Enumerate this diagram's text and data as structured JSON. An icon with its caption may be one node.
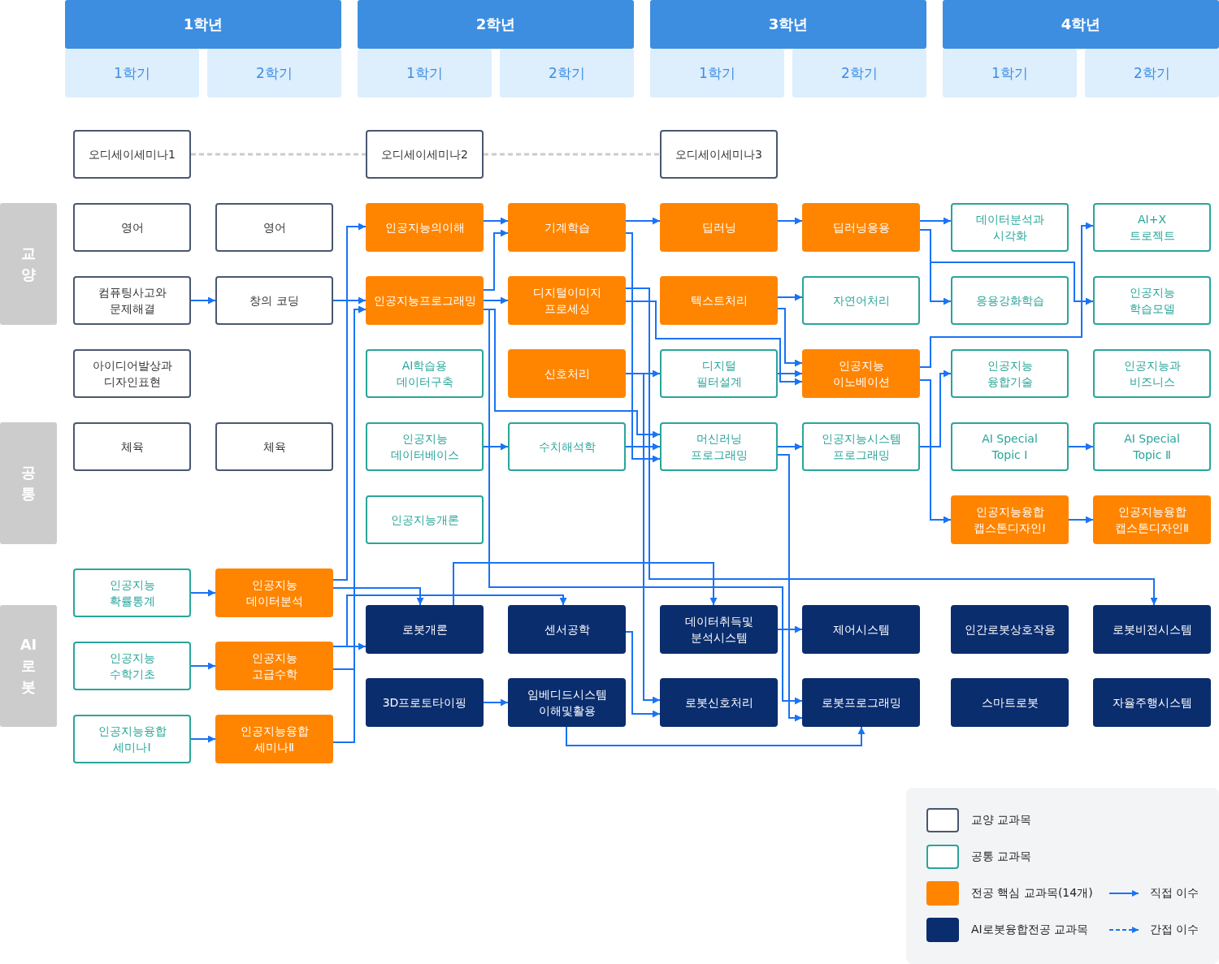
{
  "diagram": {
    "nodes": [
      {
        "text": [
          "1학년"
        ]
      },
      {
        "text": [
          "2학년"
        ]
      },
      {
        "text": [
          "3학년"
        ]
      },
      {
        "text": [
          "4학년"
        ]
      },
      {
        "text": [
          "1학기"
        ]
      },
      {
        "text": [
          "2학기"
        ]
      },
      {
        "text": [
          "1학기"
        ]
      },
      {
        "text": [
          "2학기"
        ]
      },
      {
        "text": [
          "1학기"
        ]
      },
      {
        "text": [
          "2학기"
        ]
      },
      {
        "text": [
          "1학기"
        ]
      },
      {
        "text": [
          "2학기"
        ]
      },
      {
        "text": [
          "교양"
        ]
      },
      {
        "text": [
          "공통"
        ]
      },
      {
        "text": [
          "AI로봇"
        ]
      },
      {
        "text": [
          "오디세이세미나1"
        ]
      },
      {
        "text": [
          "오디세이세미나2"
        ]
      },
      {
        "text": [
          "오디세이세미나3"
        ]
      },
      {
        "text": [
          "영어"
        ]
      },
      {
        "text": [
          "영어"
        ]
      },
      {
        "text": [
          "인공지능의이해"
        ]
      },
      {
        "text": [
          "기계학습"
        ]
      },
      {
        "text": [
          "딥러닝"
        ]
      },
      {
        "text": [
          "딥러닝응용"
        ]
      },
      {
        "text": [
          "데이터분석과 시각화"
        ]
      },
      {
        "text": [
          "AI+X 트로젝트"
        ]
      },
      {
        "text": [
          "컴퓨팅사고와 문제해결"
        ]
      },
      {
        "text": [
          "창의 코딩"
        ]
      },
      {
        "text": [
          "인공지능프로그래밍"
        ]
      },
      {
        "text": [
          "디지털이미지 프로세싱"
        ]
      },
      {
        "text": [
          "텍스트처리"
        ]
      },
      {
        "text": [
          "자연어처리"
        ]
      },
      {
        "text": [
          "응용강화학습"
        ]
      },
      {
        "text": [
          "인공지능 학습모델"
        ]
      },
      {
        "text": [
          "아이디어발상과 디자인표현"
        ]
      },
      {
        "text": [
          "AI학습용 데이터구축"
        ]
      },
      {
        "text": [
          "신호처리"
        ]
      },
      {
        "text": [
          "디지털 필터설계"
        ]
      },
      {
        "text": [
          "인공지능 이노베이션"
        ]
      },
      {
        "text": [
          "인공지능 융합기술"
        ]
      },
      {
        "text": [
          "인공지능과 비즈니스"
        ]
      },
      {
        "text": [
          "체육"
        ]
      },
      {
        "text": [
          "체육"
        ]
      },
      {
        "text": [
          "인공지능 데이터베이스"
        ]
      },
      {
        "text": [
          "수치해석학"
        ]
      },
      {
        "text": [
          "머신러닝 프로그래밍"
        ]
      },
      {
        "text": [
          "인공지능시스템 프로그래밍"
        ]
      },
      {
        "text": [
          "AI Special Topic Ⅰ"
        ]
      },
      {
        "text": [
          "AI Special Topic Ⅱ"
        ]
      },
      {
        "text": [
          "인공지능개론"
        ]
      },
      {
        "text": [
          "인공지능융합 캡스톤디자인Ⅰ"
        ]
      },
      {
        "text": [
          "인공지능융합 캡스톤디자인Ⅱ"
        ]
      },
      {
        "text": [
          "인공지능 확률통계"
        ]
      },
      {
        "text": [
          "인공지능 데이터분석"
        ]
      },
      {
        "text": [
          "로봇개론"
        ]
      },
      {
        "text": [
          "센서공학"
        ]
      },
      {
        "text": [
          "데이터취득및 분석시스템"
        ]
      },
      {
        "text": [
          "제어시스템"
        ]
      },
      {
        "text": [
          "인간로봇상호작용"
        ]
      },
      {
        "text": [
          "로봇비전시스템"
        ]
      },
      {
        "text": [
          "인공지능 수학기초"
        ]
      },
      {
        "text": [
          "인공지능 고급수학"
        ]
      },
      {
        "text": [
          "3D프로토타이핑"
        ]
      },
      {
        "text": [
          "임베디드시스템 이해및활용"
        ]
      },
      {
        "text": [
          "로봇신호처리"
        ]
      },
      {
        "text": [
          "로봇프로그래밍"
        ]
      },
      {
        "text": [
          "스마트로봇"
        ]
      },
      {
        "text": [
          "자율주행시스템"
        ]
      },
      {
        "text": [
          "인공지능융합 세미나Ⅰ"
        ]
      },
      {
        "text": [
          "인공지능융합 세미나Ⅱ"
        ]
      }
    ],
    "edges": [
      {
        "from": 15,
        "to": 16,
        "arrow": "none",
        "style": "dashed",
        "color": "#cccccc"
      },
      {
        "from": 16,
        "to": 17,
        "arrow": "none",
        "style": "dashed",
        "color": "#cccccc"
      },
      {
        "from": 20,
        "to": 21,
        "arrow": "to"
      },
      {
        "from": 28,
        "to": 21,
        "arrow": "to"
      },
      {
        "from": 28,
        "to": 29,
        "arrow": "to"
      },
      {
        "from": 28,
        "to": 45,
        "arrow": "to"
      },
      {
        "from": 28,
        "to": 65,
        "arrow": "to"
      },
      {
        "from": 21,
        "to": 22,
        "arrow": "to"
      },
      {
        "from": 21,
        "to": 45,
        "arrow": "to"
      },
      {
        "from": 29,
        "to": 38,
        "arrow": "to"
      },
      {
        "from": 29,
        "to": 59,
        "arrow": "to"
      },
      {
        "from": 36,
        "to": 37,
        "arrow": "to"
      },
      {
        "from": 36,
        "to": 64,
        "arrow": "to"
      },
      {
        "from": 30,
        "to": 31,
        "arrow": "to"
      },
      {
        "from": 30,
        "to": 38,
        "arrow": "to"
      },
      {
        "from": 37,
        "to": 38,
        "arrow": "to"
      },
      {
        "from": 43,
        "to": 44,
        "arrow": "to"
      },
      {
        "from": 44,
        "to": 45,
        "arrow": "to"
      },
      {
        "from": 45,
        "to": 46,
        "arrow": "to"
      },
      {
        "from": 45,
        "to": 65,
        "arrow": "to"
      },
      {
        "from": 22,
        "to": 23,
        "arrow": "to"
      },
      {
        "from": 23,
        "to": 24,
        "arrow": "to"
      },
      {
        "from": 23,
        "to": 32,
        "arrow": "to"
      },
      {
        "from": 23,
        "to": 33,
        "arrow": "to"
      },
      {
        "from": 38,
        "to": 25,
        "arrow": "to"
      },
      {
        "from": 38,
        "to": 50,
        "arrow": "to"
      },
      {
        "from": 46,
        "to": 39,
        "arrow": "to"
      },
      {
        "from": 47,
        "to": 48,
        "arrow": "to"
      },
      {
        "from": 50,
        "to": 51,
        "arrow": "to"
      },
      {
        "from": 26,
        "to": 27,
        "arrow": "to"
      },
      {
        "from": 27,
        "to": 28,
        "arrow": "to"
      },
      {
        "from": 52,
        "to": 53,
        "arrow": "to"
      },
      {
        "from": 60,
        "to": 61,
        "arrow": "to"
      },
      {
        "from": 68,
        "to": 69,
        "arrow": "to"
      },
      {
        "from": 53,
        "to": 20,
        "arrow": "to"
      },
      {
        "from": 53,
        "to": 54,
        "arrow": "to"
      },
      {
        "from": 61,
        "to": 54,
        "arrow": "to"
      },
      {
        "from": 61,
        "to": 55,
        "arrow": "to"
      },
      {
        "from": 61,
        "to": 28,
        "arrow": "to"
      },
      {
        "from": 69,
        "to": 28,
        "arrow": "to"
      },
      {
        "from": 54,
        "to": 56,
        "arrow": "to"
      },
      {
        "from": 55,
        "to": 64,
        "arrow": "to"
      },
      {
        "from": 56,
        "to": 57,
        "arrow": "to"
      },
      {
        "from": 62,
        "to": 63,
        "arrow": "to"
      },
      {
        "from": 63,
        "to": 65,
        "arrow": "to"
      }
    ],
    "legend": [
      {
        "text": "교양 교과목"
      },
      {
        "text": "공통 교과목"
      },
      {
        "text": "전공 핵심 교과목(14개)",
        "color": "#ff8500"
      },
      {
        "text": "직접 이수"
      },
      {
        "text": "AI로봇융합전공 교과목",
        "color": "#0a2d6e"
      },
      {
        "text": "간접 이수"
      }
    ]
  }
}
